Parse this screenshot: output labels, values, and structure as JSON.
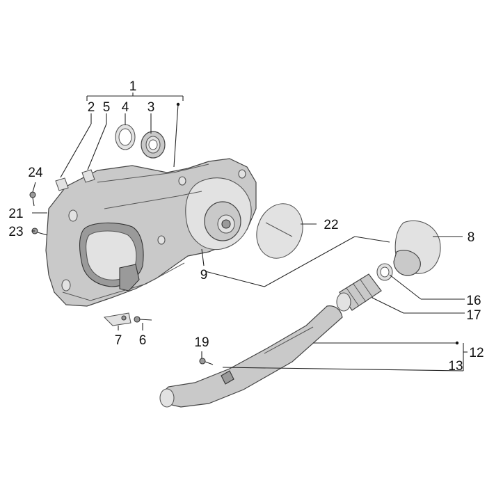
{
  "diagram": {
    "labels": {
      "l1": "1",
      "l2": "2",
      "l3": "3",
      "l4": "4",
      "l5": "5",
      "l6": "6",
      "l7": "7",
      "l8": "8",
      "l9": "9",
      "l12": "12",
      "l13": "13",
      "l16": "16",
      "l17": "17",
      "l19": "19",
      "l21": "21",
      "l22": "22",
      "l23": "23",
      "l24": "24"
    }
  }
}
